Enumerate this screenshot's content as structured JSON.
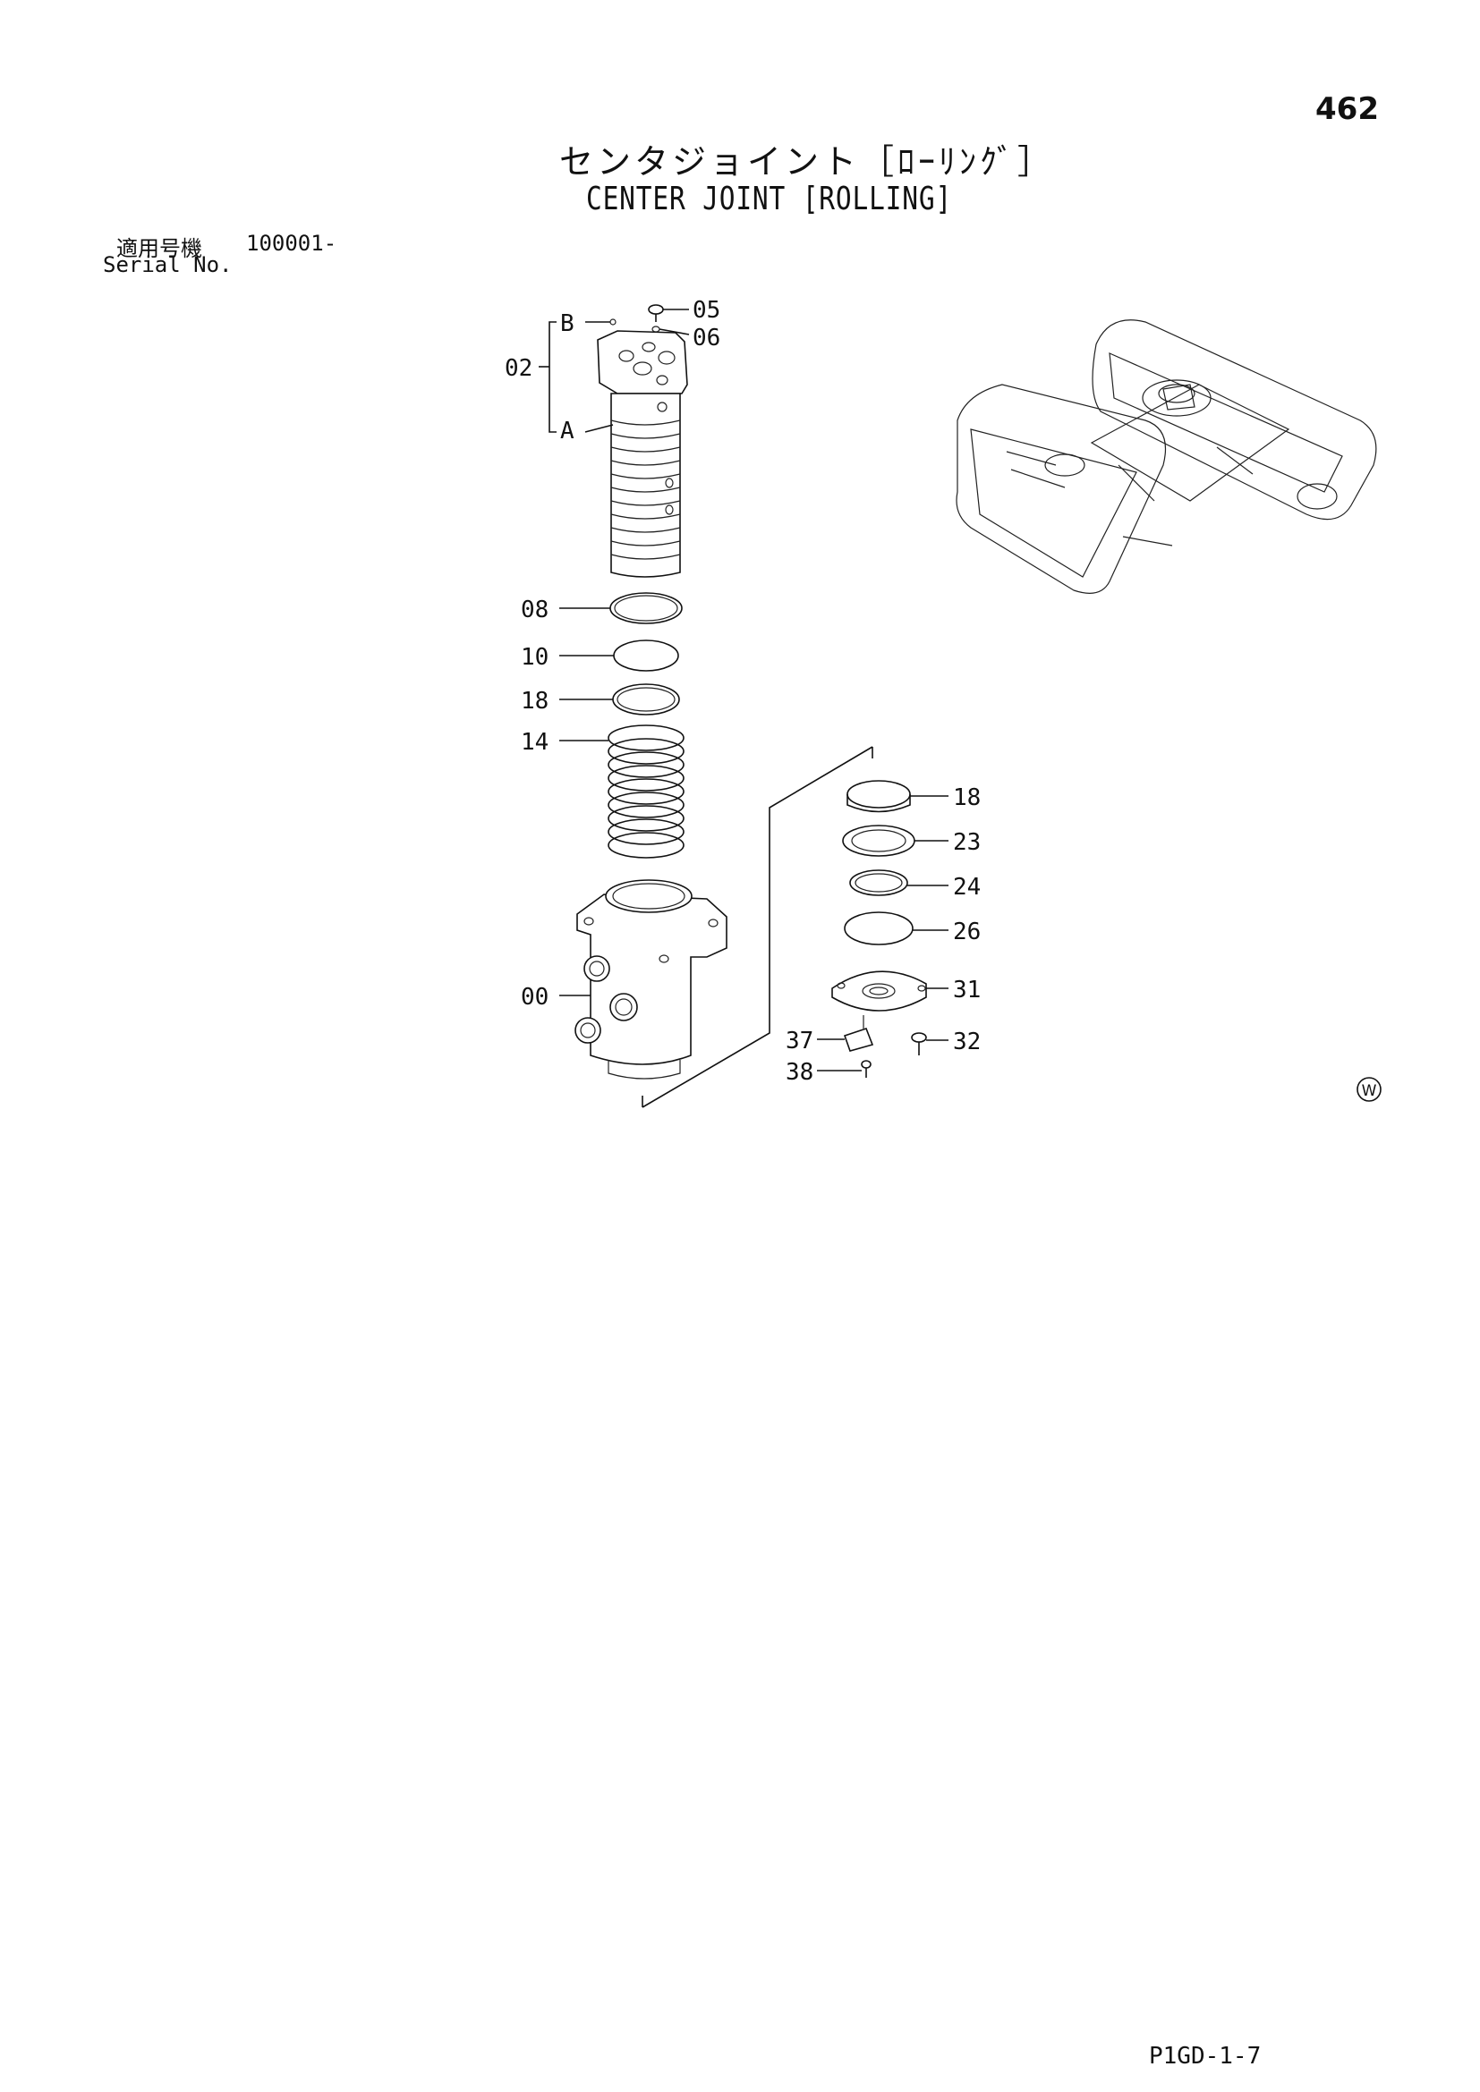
{
  "page": {
    "number": "462",
    "title_jp": "センタジョイント［ﾛｰﾘﾝｸﾞ］",
    "title_en": "CENTER JOINT [ROLLING]",
    "serial_label_jp": "適用号機",
    "serial_value": "100001-",
    "serial_label_en": "Serial No.",
    "code": "P1GD-1-7"
  },
  "callouts": {
    "c05": "05",
    "c06": "06",
    "c02": "02",
    "cB": "B",
    "cA": "A",
    "c08": "08",
    "c10": "10",
    "c18a": "18",
    "c14": "14",
    "c00": "00",
    "c18b": "18",
    "c23": "23",
    "c24": "24",
    "c26": "26",
    "c31": "31",
    "c32": "32",
    "c37": "37",
    "c38": "38",
    "mark_w": "W"
  }
}
